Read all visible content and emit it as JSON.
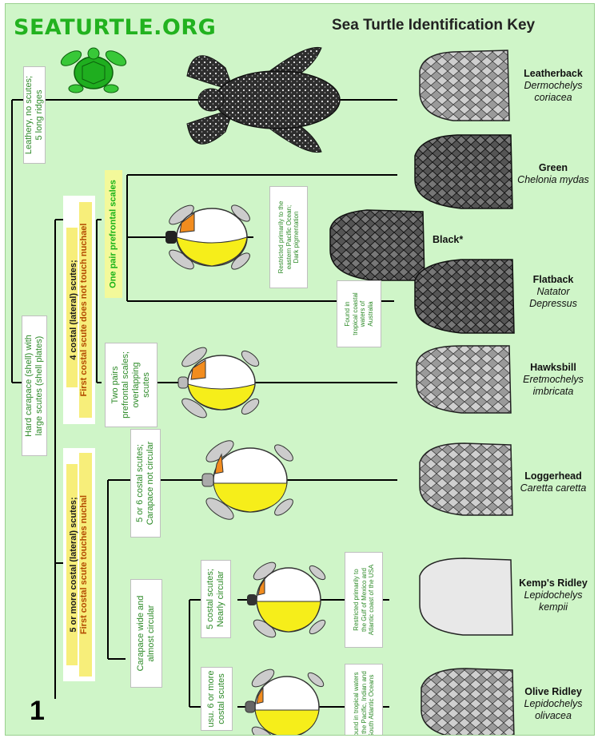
{
  "header": {
    "logo": "SEATURTLE.ORG",
    "title": "Sea Turtle Identification Key"
  },
  "key": {
    "leathery": "Leathery, no scutes;\n5 long ridges",
    "hard_carapace": "Hard carapace (shell) with\nlarge scutes (shell plates)",
    "four_costal_line1": "4 costal (lateral) scutes;",
    "four_costal_line2": "First costal scute does not touch nuchael",
    "one_pair": "One pair prefrontal scales",
    "two_pairs": "Two pairs\nprefrontal scales;\noverlapping\nscutes",
    "five_costal_line1": "5 or more costal (lateral) scutes;",
    "five_costal_line2": "First costal scute touches nuchal",
    "five_six_costal": "5 or 6 costal scutes;\nCarapace not circular",
    "carapace_wide": "Carapace wide and\nalmost circular",
    "five_costal_circular": "5 costal scutes;\nNearly circular",
    "six_costal": "usu. 6 or more\ncostal scutes",
    "note_black": "Restricted primarily to the\neastern Pacific Ocean;\nDark pigmentation",
    "note_flatback": "Found in\ntropical coastal\nwaters of\nAustralia",
    "note_kemps": "Restricted primarily to\nthe Gulf of Mexico and\nAtlantic coast of the USA",
    "note_olive": "Found in tropical waters\nof the Pacific, Indian and\nSouth Atlantic Oceans"
  },
  "species": [
    {
      "common": "Leatherback",
      "latin": "Dermochelys\ncoriacea"
    },
    {
      "common": "Green",
      "latin": "Chelonia mydas"
    },
    {
      "common": "Black*",
      "latin": ""
    },
    {
      "common": "Flatback",
      "latin": "Natator\nDepressus"
    },
    {
      "common": "Hawksbill",
      "latin": "Eretmochelys\nimbricata"
    },
    {
      "common": "Loggerhead",
      "latin": "Caretta caretta"
    },
    {
      "common": "Kemp's Ridley",
      "latin": "Lepidochelys\nkempii"
    },
    {
      "common": "Olive Ridley",
      "latin": "Lepidochelys\nolivacea"
    }
  ],
  "page_number": "1",
  "colors": {
    "panel": "#cff5c8",
    "logo": "#22b21f",
    "highlight_orange": "#f28c1e",
    "highlight_yellow": "#f6ee1a"
  },
  "icons": [
    "logo-turtle-icon",
    "leatherback-icon",
    "turtle-carapace-icon",
    "turtle-head-icon"
  ]
}
